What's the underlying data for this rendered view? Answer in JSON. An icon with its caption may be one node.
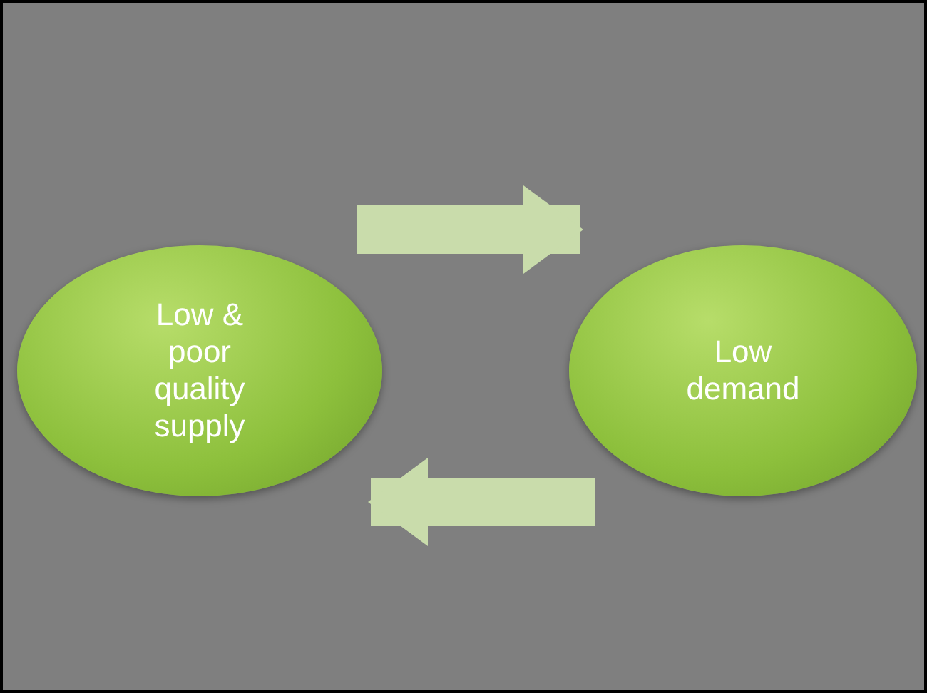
{
  "diagram": {
    "nodes": [
      {
        "text": [
          "Low & poor quality supply"
        ]
      },
      {
        "text": [
          "Low demand"
        ]
      }
    ],
    "edges": [
      {
        "from": 0,
        "to": 1,
        "arrow": "to"
      },
      {
        "from": 1,
        "to": 0,
        "arrow": "to"
      }
    ]
  }
}
